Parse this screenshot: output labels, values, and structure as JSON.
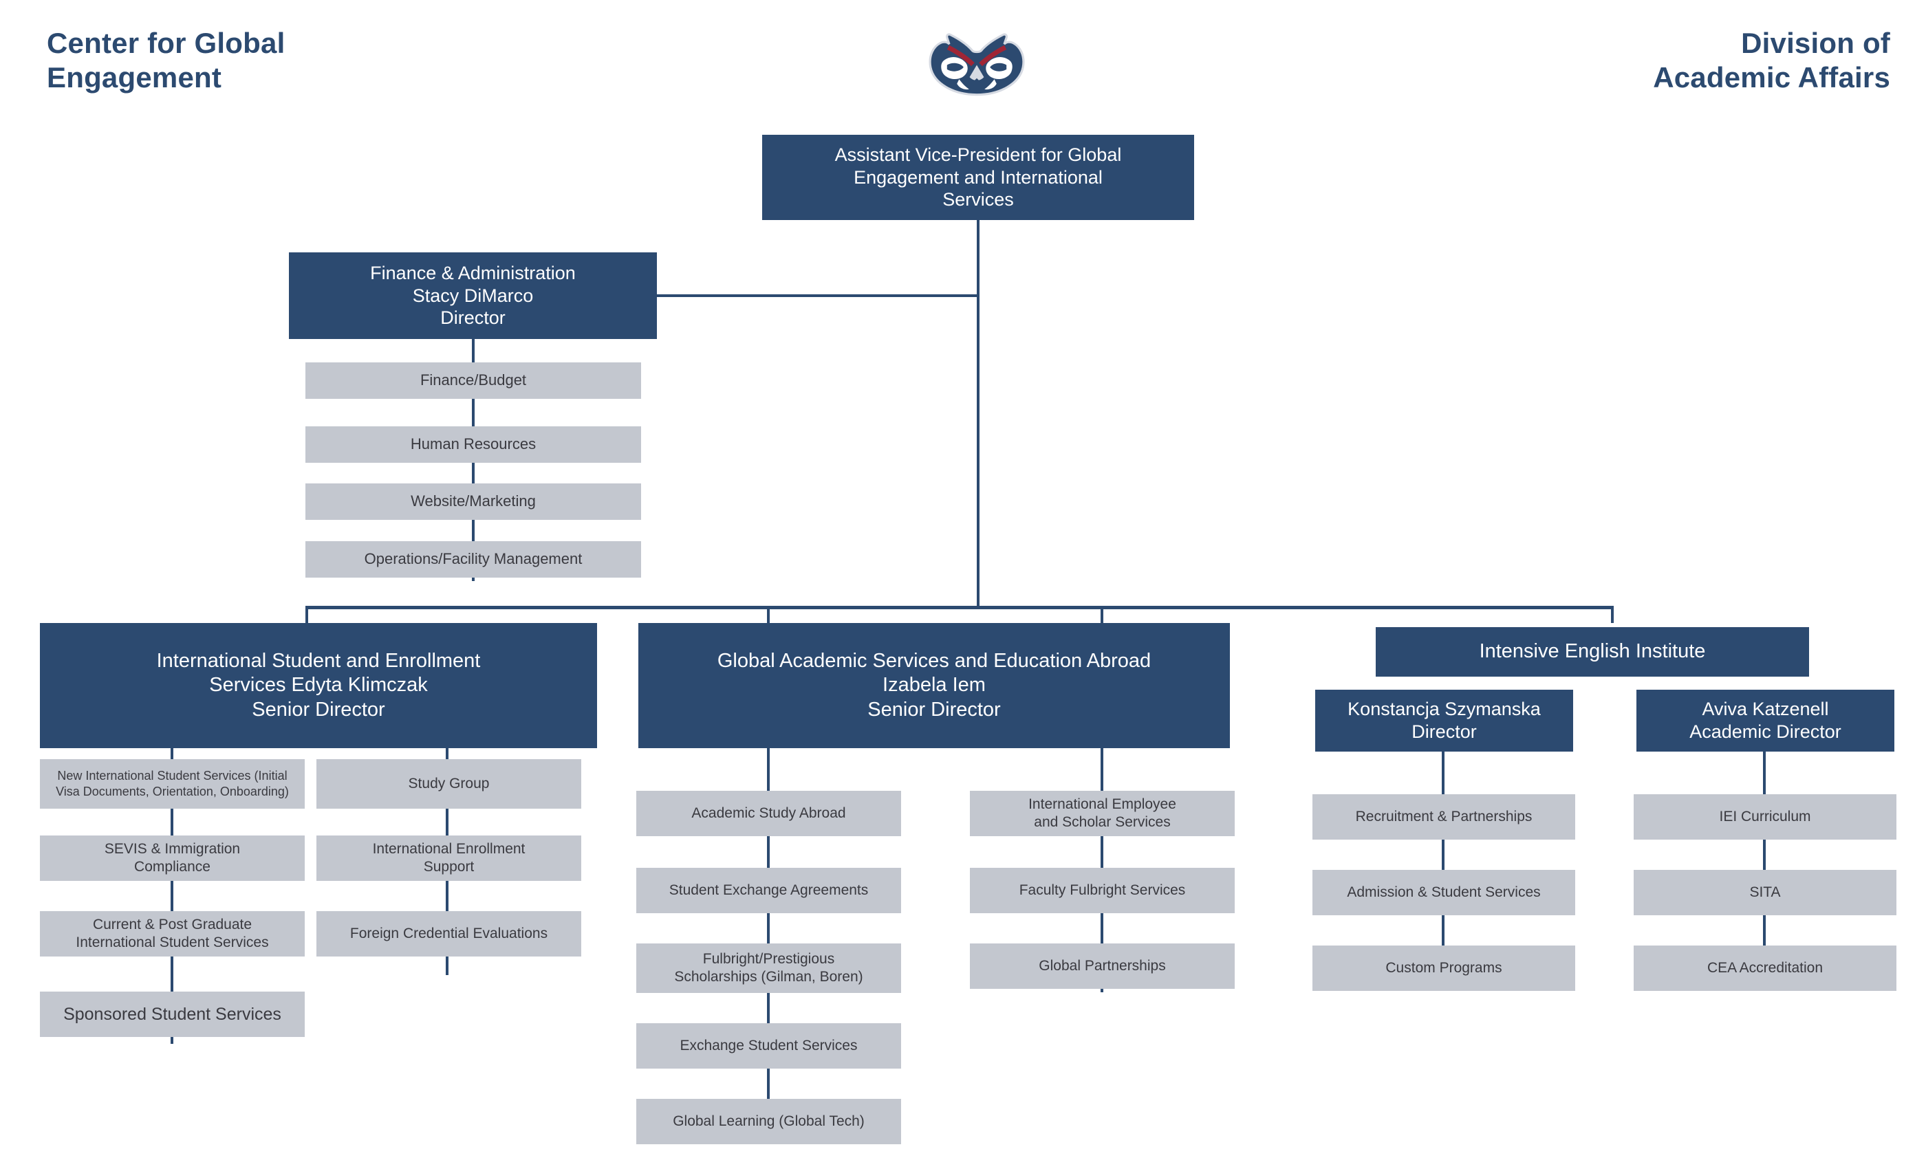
{
  "meta": {
    "title_left": "Center for Global\nEngagement",
    "title_right": "Division of\nAcademic Affairs",
    "logo_name": "fau-owl-logo"
  },
  "colors": {
    "navy": "#2C4A70",
    "gray": "#C3C7CF",
    "logo_red": "#A02535",
    "logo_light": "#D6DAE2",
    "background": "#FFFFFF",
    "navy_text": "#FFFFFF",
    "gray_text": "#3A3A40"
  },
  "org": {
    "root": {
      "label": "Assistant Vice-President for Global\nEngagement and International\nServices"
    },
    "finance": {
      "label": "Finance & Administration\nStacy DiMarco\nDirector",
      "children": [
        "Finance/Budget",
        "Human Resources",
        "Website/Marketing",
        "Operations/Facility Management"
      ]
    },
    "divisions": [
      {
        "id": "isess",
        "label": "International Student and Enrollment\nServices Edyta Klimczak\nSenior Director",
        "columns": [
          {
            "id": "isess-col-1",
            "items": [
              "New International Student Services (Initial Visa Documents, Orientation, Onboarding)",
              "SEVIS & Immigration\nCompliance",
              "Current & Post Graduate\nInternational Student Services",
              "Sponsored Student Services"
            ]
          },
          {
            "id": "isess-col-2",
            "items": [
              "Study Group",
              "International Enrollment\nSupport",
              "Foreign Credential Evaluations"
            ]
          }
        ]
      },
      {
        "id": "gasea",
        "label": "Global Academic Services and Education Abroad\nIzabela Iem\nSenior Director",
        "columns": [
          {
            "id": "gasea-col-1",
            "items": [
              "Academic Study Abroad",
              "Student Exchange Agreements",
              "Fulbright/Prestigious\nScholarships (Gilman, Boren)",
              "Exchange Student Services",
              "Global Learning (Global Tech)"
            ]
          },
          {
            "id": "gasea-col-2",
            "items": [
              "International Employee\nand Scholar Services",
              "Faculty Fulbright Services",
              "Global Partnerships"
            ]
          }
        ]
      },
      {
        "id": "iei",
        "label": "Intensive English Institute",
        "subleads": [
          {
            "id": "iei-lead-1",
            "label": "Konstancja Szymanska\nDirector",
            "items": [
              "Recruitment & Partnerships",
              "Admission & Student Services",
              "Custom Programs"
            ]
          },
          {
            "id": "iei-lead-2",
            "label": "Aviva Katzenell\nAcademic Director",
            "items": [
              "IEI Curriculum",
              "SITA",
              "CEA Accreditation"
            ]
          }
        ]
      }
    ]
  }
}
